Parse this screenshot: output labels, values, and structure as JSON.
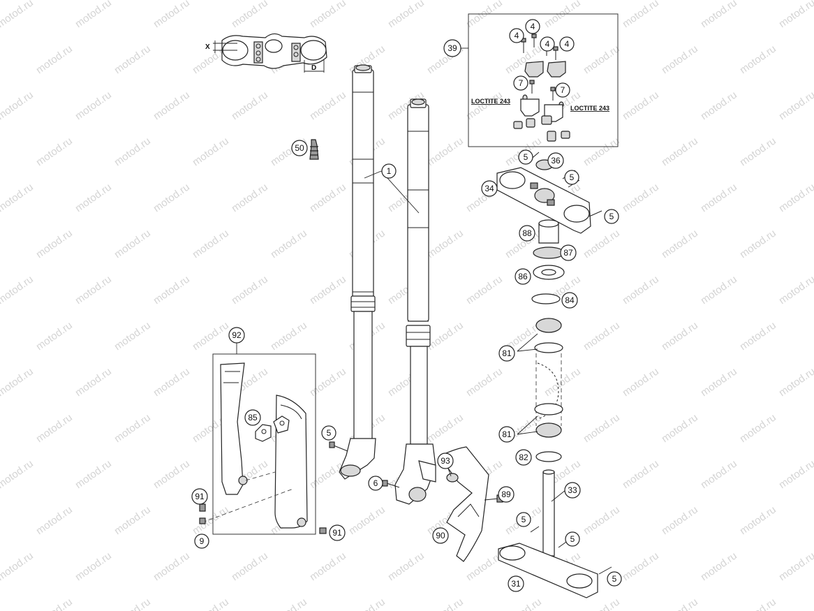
{
  "watermark": "motod.ru",
  "callouts": {
    "c1": "1",
    "c4a": "4",
    "c4b": "4",
    "c4c": "4",
    "c4d": "4",
    "c5a": "5",
    "c5b": "5",
    "c5c": "5",
    "c5d": "5",
    "c5e": "5",
    "c5f": "5",
    "c5g": "5",
    "c6": "6",
    "c7a": "7",
    "c7b": "7",
    "c9": "9",
    "c31": "31",
    "c33": "33",
    "c34": "34",
    "c36": "36",
    "c39": "39",
    "c50": "50",
    "c81a": "81",
    "c81b": "81",
    "c82": "82",
    "c84": "84",
    "c85": "85",
    "c86": "86",
    "c87": "87",
    "c88": "88",
    "c89": "89",
    "c90": "90",
    "c91a": "91",
    "c91b": "91",
    "c92": "92",
    "c93": "93"
  },
  "notes": {
    "loctite_left": "LOCTITE 243",
    "loctite_right": "LOCTITE 243"
  },
  "dimensions": {
    "x_label": "X",
    "d_label": "D"
  }
}
